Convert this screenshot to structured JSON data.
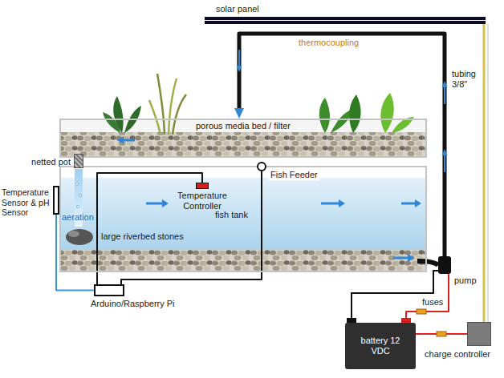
{
  "diagram": {
    "nodes": [
      {
        "text": [
          "solar panel"
        ]
      },
      {
        "text": [
          "porous media bed / filter"
        ]
      },
      {
        "text": [
          "netted pot"
        ]
      },
      {
        "text": [
          "Fish Feeder"
        ]
      },
      {
        "text": [
          "Temperature Sensor & pH Sensor"
        ]
      },
      {
        "text": [
          "fish tank"
        ]
      },
      {
        "text": [
          "Temperature Controller"
        ],
        "in": 5
      },
      {
        "text": [
          "Arduino/Raspberry Pi"
        ]
      },
      {
        "text": [
          "pump"
        ]
      },
      {
        "text": [
          "battery 12 VDC"
        ]
      },
      {
        "text": [
          "charge controller"
        ]
      }
    ],
    "edges": [
      {
        "from": 8,
        "to": 1,
        "arrow": "to"
      },
      {
        "from": 7,
        "to": 4,
        "arrow": "none"
      },
      {
        "from": 7,
        "to": 6,
        "arrow": "none"
      },
      {
        "from": 7,
        "to": 3,
        "arrow": "none"
      },
      {
        "from": 0,
        "to": 10,
        "arrow": "none"
      },
      {
        "from": 9,
        "to": 8,
        "arrow": "none"
      },
      {
        "from": 10,
        "to": 9,
        "arrow": "none"
      }
    ],
    "labels": [
      "thermocoupling",
      "tubing 3/8\"",
      "aeration",
      "large riverbed stones",
      "fuses"
    ]
  }
}
